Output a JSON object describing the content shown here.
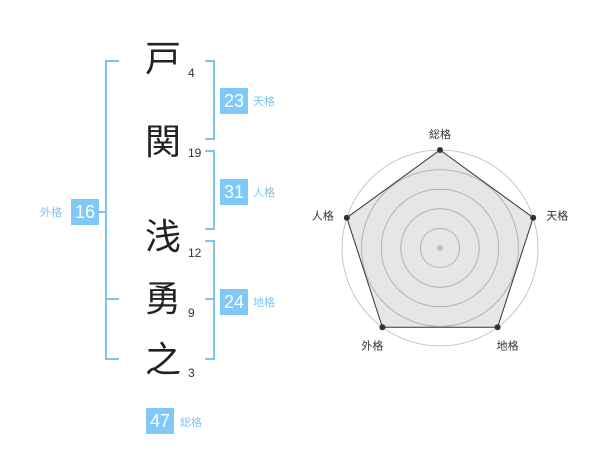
{
  "name": {
    "characters": [
      {
        "char": "戸",
        "strokes": "4"
      },
      {
        "char": "関",
        "strokes": "19"
      },
      {
        "char": "浅",
        "strokes": "12"
      },
      {
        "char": "勇",
        "strokes": "9"
      },
      {
        "char": "之",
        "strokes": "3"
      }
    ]
  },
  "fortunes": {
    "tenkaku": {
      "value": "23",
      "label": "天格"
    },
    "jinkaku": {
      "value": "31",
      "label": "人格"
    },
    "chikaku": {
      "value": "24",
      "label": "地格"
    },
    "gaikaku": {
      "value": "16",
      "label": "外格"
    },
    "soukaku": {
      "value": "47",
      "label": "総格"
    }
  },
  "radar": {
    "axes": [
      "総格",
      "天格",
      "地格",
      "外格",
      "人格"
    ],
    "values": [
      1.0,
      1.0,
      1.0,
      1.0,
      1.0
    ],
    "rings": 5,
    "colors": {
      "fill": "#dddddd",
      "stroke": "#333333",
      "grid": "#bbbbbb",
      "point": "#333333"
    }
  },
  "colors": {
    "accent": "#7fc8f8"
  }
}
